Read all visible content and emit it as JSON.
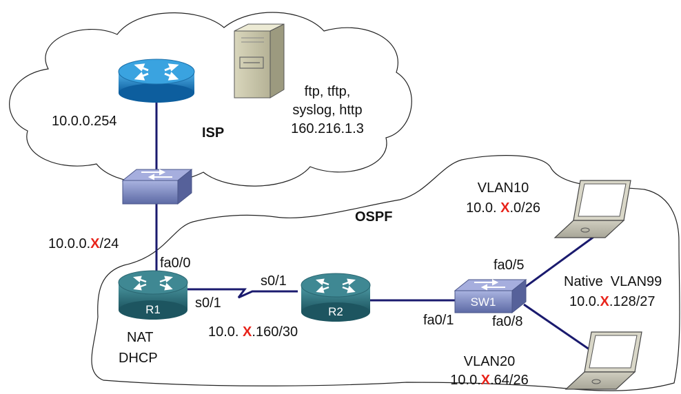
{
  "isp": {
    "cloud_label": "ISP",
    "router_ip": "10.0.0.254",
    "server_services_line1": "ftp, tftp,",
    "server_services_line2": "syslog, http",
    "server_ip": "160.216.1.3"
  },
  "ospf": {
    "area_label": "OSPF"
  },
  "wan": {
    "prefix": "10.0.0.",
    "x": "X",
    "suffix": "/24"
  },
  "r1": {
    "name": "R1",
    "port_fa": "fa0/0",
    "port_serial": "s0/1",
    "service1": "NAT",
    "service2": "DHCP"
  },
  "r2": {
    "name": "R2",
    "port_serial": "s0/1"
  },
  "serial_link": {
    "prefix": "10.0. ",
    "x": "X",
    "suffix": ".160/30"
  },
  "sw1": {
    "name": "SW1",
    "port_uplink": "fa0/1",
    "port_vlan10": "fa0/5",
    "port_vlan20": "fa0/8"
  },
  "vlan10": {
    "name": "VLAN10",
    "prefix": "10.0. ",
    "x": "X",
    "suffix": ".0/26"
  },
  "native_vlan": {
    "name": "Native  VLAN99",
    "prefix": "10.0.",
    "x": "X",
    "suffix": ".128/27"
  },
  "vlan20": {
    "name": "VLAN20",
    "prefix": "10.0.",
    "x": "X",
    "suffix": ".64/26"
  },
  "colors": {
    "link": "#1a1a6e",
    "highlight_x": "#e8231a",
    "router_body": "#2c6f7a",
    "isp_router": "#1e7fc0",
    "switch_body": "#7a86b8"
  }
}
